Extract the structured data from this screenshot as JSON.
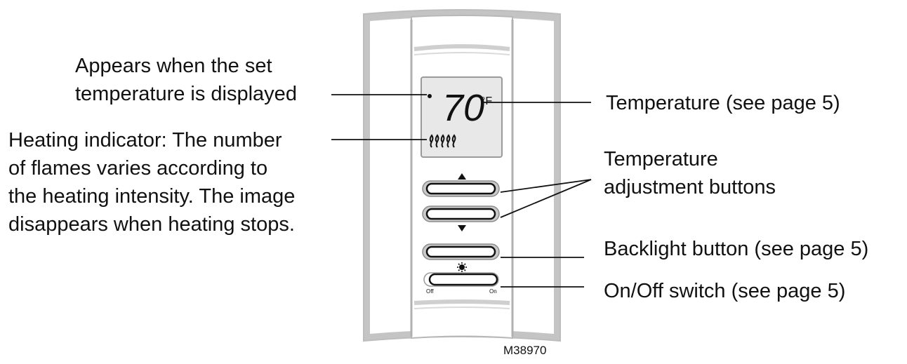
{
  "figure_id": "M38970",
  "display": {
    "temperature_value": "70",
    "temperature_unit": "°F"
  },
  "switch_labels": {
    "off": "Off",
    "on": "On"
  },
  "callouts": {
    "set_temperature": "Appears when the set\ntemperature is displayed",
    "heating_indicator": "Heating indicator: The number\nof flames varies according to\nthe heating intensity. The image\ndisappears when heating stops.",
    "temperature": "Temperature (see page 5)",
    "adjust_buttons": "Temperature\nadjustment buttons",
    "backlight": "Backlight button (see page 5)",
    "onoff": "On/Off switch (see page 5)"
  }
}
